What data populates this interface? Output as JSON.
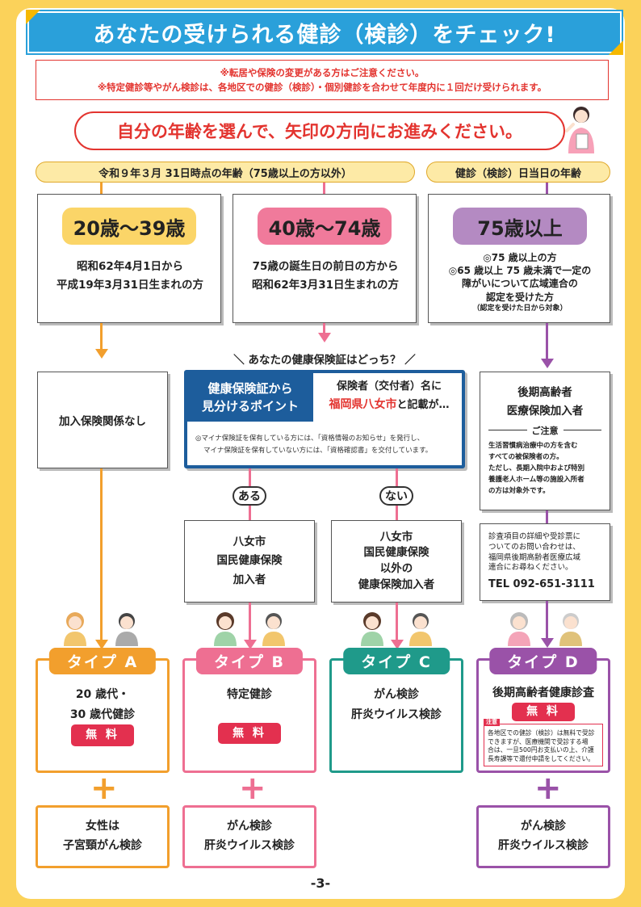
{
  "title": "あなたの受けられる健診（検診）をチェック!",
  "notice": {
    "line1": "※転居や保険の変更がある方はご注意ください。",
    "line2": "※特定健診等やがん検診は、各地区での健診（検診）・個別健診を合わせて年度内に１回だけ受けられます。"
  },
  "instruction": "自分の年齢を選んで、矢印の方向にお進みください。",
  "headers": {
    "left": "令和９年３月 31日時点の年齢（75歳以上の方以外）",
    "right": "健診（検診）日当日の年齢"
  },
  "age_groups": [
    {
      "label": "20歳〜39歳",
      "line1": "昭和62年4月1日から",
      "line2": "平成19年3月31日生まれの方"
    },
    {
      "label": "40歳〜74歳",
      "line1": "75歳の誕生日の前日の方から",
      "line2": "昭和62年3月31日生まれの方"
    },
    {
      "label": "75歳以上",
      "line1": "◎75 歳以上の方",
      "line2": "◎65 歳以上 75 歳未満で一定の",
      "line3": "障がいについて広域連合の",
      "line4": "認定を受けた方",
      "line5": "（認定を受けた日から対象）"
    }
  ],
  "question": "あなたの健康保険証はどっち？",
  "insurance_box": {
    "point_line1": "健康保険証から",
    "point_line2": "見分けるポイント",
    "desc_line1": "保険者（交付者）名に",
    "desc_red": "福岡県八女市",
    "desc_after": "と記載が…",
    "note_line1": "◎マイナ保険証を保有している方には、「資格情報のお知らせ」を発行し、",
    "note_line2": "マイナ保険証を保有していない方には、「資格確認書」を交付しています。"
  },
  "no_insurance": "加入保険関係なし",
  "answers": {
    "yes": "ある",
    "no": "ない"
  },
  "mid_boxes": {
    "b": {
      "line1": "八女市",
      "line2": "国民健康保険",
      "line3": "加入者"
    },
    "c": {
      "line1": "八女市",
      "line2": "国民健康保険",
      "line3": "以外の",
      "line4": "健康保険加入者"
    }
  },
  "elderly_box": {
    "line1": "後期高齢者",
    "line2": "医療保険加入者",
    "caution_title": "ご注意",
    "caution_line1": "生活習慣病治療中の方を含む",
    "caution_line2": "すべての被保険者の方。",
    "caution_line3": "ただし、長期入院中および特別",
    "caution_line4": "養護老人ホーム等の施設入所者",
    "caution_line5": "の方は対象外です。"
  },
  "contact_box": {
    "line1": "診査項目の詳細や受診票に",
    "line2": "ついてのお問い合わせは、",
    "line3": "福岡県後期高齢者医療広域",
    "line4": "連合にお尋ねください。",
    "tel": "TEL 092-651-3111"
  },
  "types": [
    {
      "label": "タイプ A",
      "line1": "20 歳代・",
      "line2": "30 歳代健診",
      "free": "無 料"
    },
    {
      "label": "タイプ B",
      "line1": "特定健診",
      "free": "無 料"
    },
    {
      "label": "タイプ C",
      "line1": "がん検診",
      "line2": "肝炎ウイルス検診"
    },
    {
      "label": "タイプ D",
      "line1": "後期高齢者健康診査",
      "free": "無 料",
      "note_tag": "注意",
      "note_line1": "各地区での健診（検診）は無料で受診",
      "note_line2": "できますが、医療機関で受診する場",
      "note_line3": "合は、一旦500円お支払いの上、介護",
      "note_line4": "長寿課等で還付申請をしてください。"
    }
  ],
  "plus": "+",
  "bottom_boxes": [
    {
      "line1": "女性は",
      "line2": "子宮頸がん検診"
    },
    {
      "line1": "がん検診",
      "line2": "肝炎ウイルス検診"
    },
    {
      "line1": "がん検診",
      "line2": "肝炎ウイルス検診"
    }
  ],
  "page_number": "-3-",
  "colors": {
    "orange": "#f29f2d",
    "pink": "#ee6f92",
    "teal": "#1f9a8a",
    "purple": "#9a52a8",
    "red": "#e3342f",
    "blue": "#2aa0da",
    "navy": "#1d5d9c"
  }
}
